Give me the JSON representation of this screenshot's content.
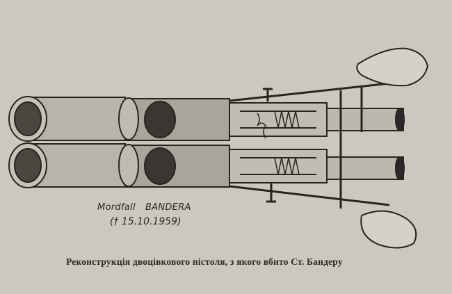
{
  "illustration": {
    "label_prefix": "Mordfall",
    "label_name": "BANDERA",
    "date_line": "(† 15.10.1959)"
  },
  "caption": "Реконструкція двоцівкового пістоля, з якого вбито Ст. Бандеру"
}
